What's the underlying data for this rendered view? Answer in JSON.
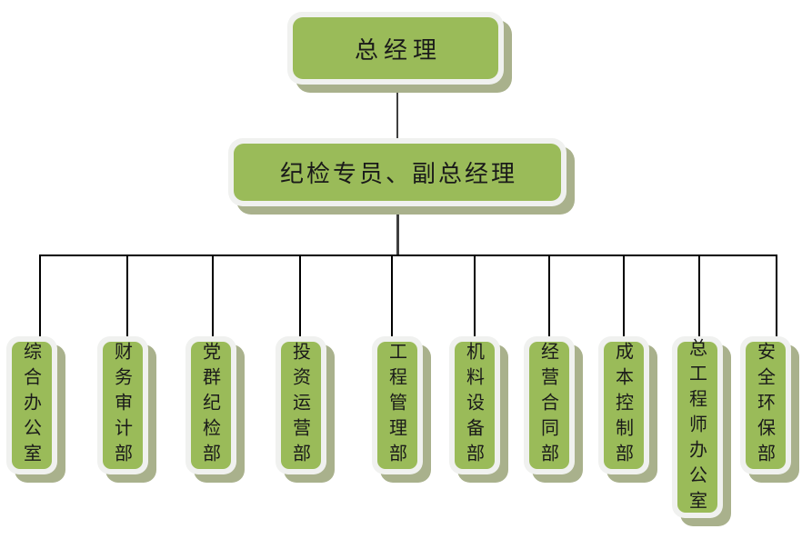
{
  "org_chart": {
    "type": "organization-chart",
    "root": "总经理",
    "deputy": "纪检专员、副总经理",
    "departments": [
      "综合办公室",
      "财务审计部",
      "党群纪检部",
      "投资运营部",
      "工程管理部",
      "机料设备部",
      "经营合同部",
      "成本控制部",
      "总工程师办公室",
      "安全环保部"
    ]
  },
  "colors": {
    "box_fill": "#9ABB59",
    "box_border": "#F0F1EF",
    "box_shadow": "#A9B18C",
    "connector_line": "#000000",
    "trunk_line": "#3F3F3F",
    "text": "#1A1A1A",
    "background": "#FFFFFF"
  }
}
